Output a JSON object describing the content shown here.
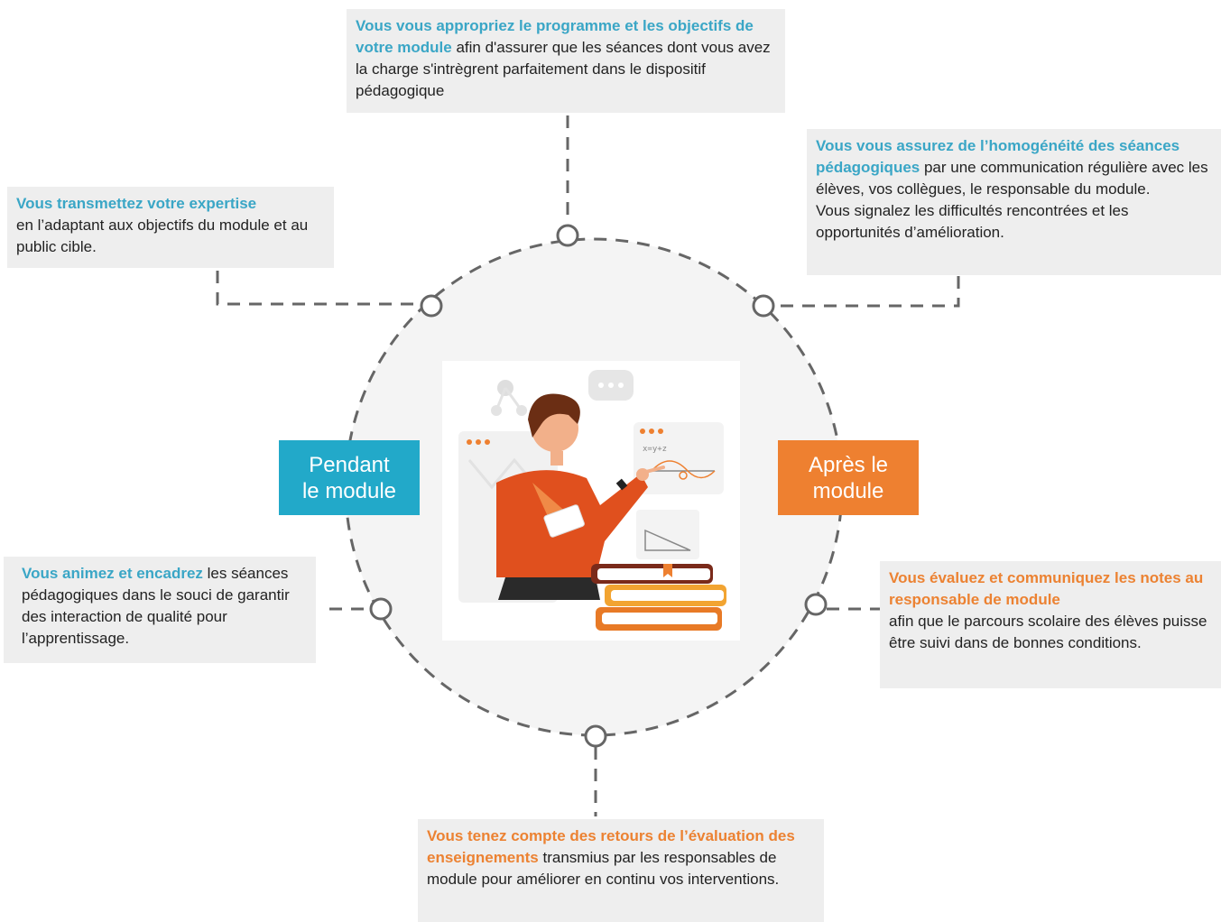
{
  "colors": {
    "blue": "#3aa6c6",
    "orange": "#ec8232",
    "ring": "#666666",
    "box_bg": "#eeeeee"
  },
  "center_tags": {
    "left": {
      "line1": "Pendant",
      "line2": "le module"
    },
    "right": {
      "line1": "Après le",
      "line2": "module"
    }
  },
  "boxes": {
    "top": {
      "highlight": "Vous vous appropriez le programme et les objectifs de votre module",
      "text": " afin d'assurer que les séances dont vous avez la charge s'intrègrent parfaitement dans le dispositif pédagogique"
    },
    "top_left": {
      "highlight": "Vous transmettez votre expertise",
      "text": "en l’adaptant aux objectifs du module et au public cible."
    },
    "top_right": {
      "highlight": "Vous vous assurez de l’homogénéité des séances pédagogiques",
      "text": " par une communication régulière avec les élèves, vos collègues, le responsable du module.",
      "text2": "Vous signalez les difficultés rencontrées et les opportunités d’amélioration."
    },
    "bottom_left": {
      "highlight": "Vous animez et encadrez",
      "text": " les séances pédagogiques dans le souci de garantir des interaction de qualité pour l’apprentissage."
    },
    "bottom_right": {
      "highlight": "Vous évaluez et communiquez les notes au responsable de module",
      "text": "afin que le parcours scolaire des élèves puisse être suivi dans de bonnes conditions."
    },
    "bottom": {
      "highlight": "Vous tenez compte des retours de l’évaluation des enseignements",
      "text": " transmius par les responsables de module pour améliorer en continu vos interventions."
    }
  },
  "illustration": {
    "board_formula": "x=y+z",
    "icon": "teacher-pointing-at-board-illustration"
  }
}
